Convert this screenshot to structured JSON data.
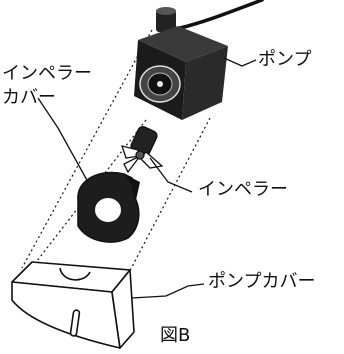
{
  "diagram": {
    "labels": {
      "pump": "ポンプ",
      "impeller_cover_line1": "インペラー",
      "impeller_cover_line2": "カバー",
      "impeller": "インペラー",
      "pump_cover": "ポンプカバー",
      "figure_id": "図B"
    },
    "colors": {
      "ink": "#111111",
      "part_shadow": "#2a2a2a",
      "paper": "#ffffff"
    }
  }
}
